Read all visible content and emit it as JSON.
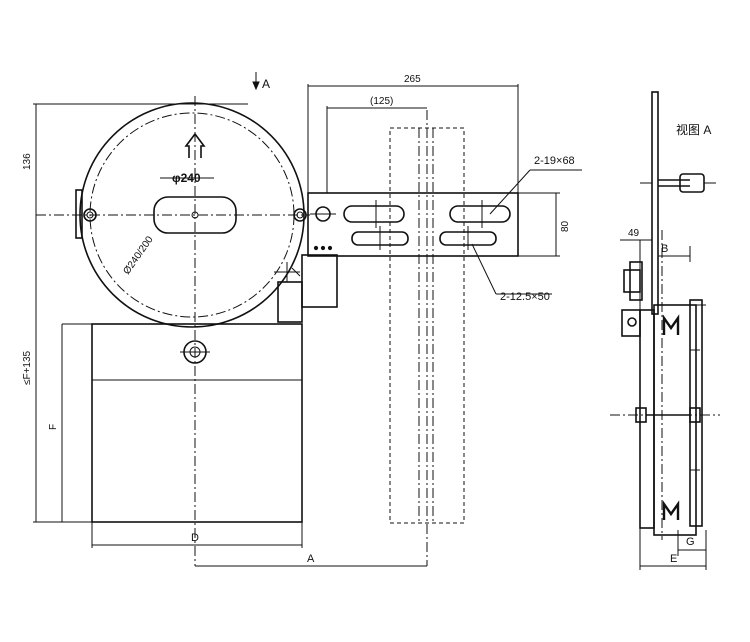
{
  "labels": {
    "view_arrow": "A",
    "dim_265": "265",
    "dim_125": "(125)",
    "dim_136": "136",
    "dim_80": "80",
    "dim_phi240": "φ240",
    "dim_circle": "Ø240/200",
    "slot_large": "2-19×68",
    "slot_small": "2-12.5×50",
    "dim_F135": "≤F+135",
    "dim_F": "F",
    "dim_D": "D",
    "dim_A": "A",
    "view_title": "视图 A",
    "dim_49": "49",
    "dim_B": "B",
    "dim_G": "G",
    "dim_E": "E"
  }
}
